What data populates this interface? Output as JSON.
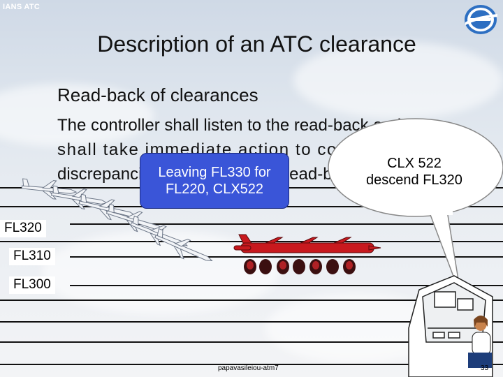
{
  "header": {
    "brand": "IANS ATC"
  },
  "slide": {
    "title": "Description of an ATC clearance",
    "subtitle": "Read-back of clearances",
    "body_lines": [
      "The controller shall listen to the read-back and",
      "shall take immediate action to correct any",
      "discrepancies revealed by the read-back."
    ]
  },
  "bubbles": {
    "pilot": [
      "Leaving FL330 for",
      "FL220, CLX522"
    ],
    "controller": [
      "CLX 522",
      "descend FL320"
    ]
  },
  "flight_levels": [
    "FL320",
    "FL310",
    "FL300"
  ],
  "footer": {
    "author": "papavasileiou-atm7",
    "page": "33"
  },
  "colors": {
    "pilot_bubble": "#3a55d8",
    "aircraft_red": "#c8191e",
    "brand_text": "#ffffff"
  }
}
